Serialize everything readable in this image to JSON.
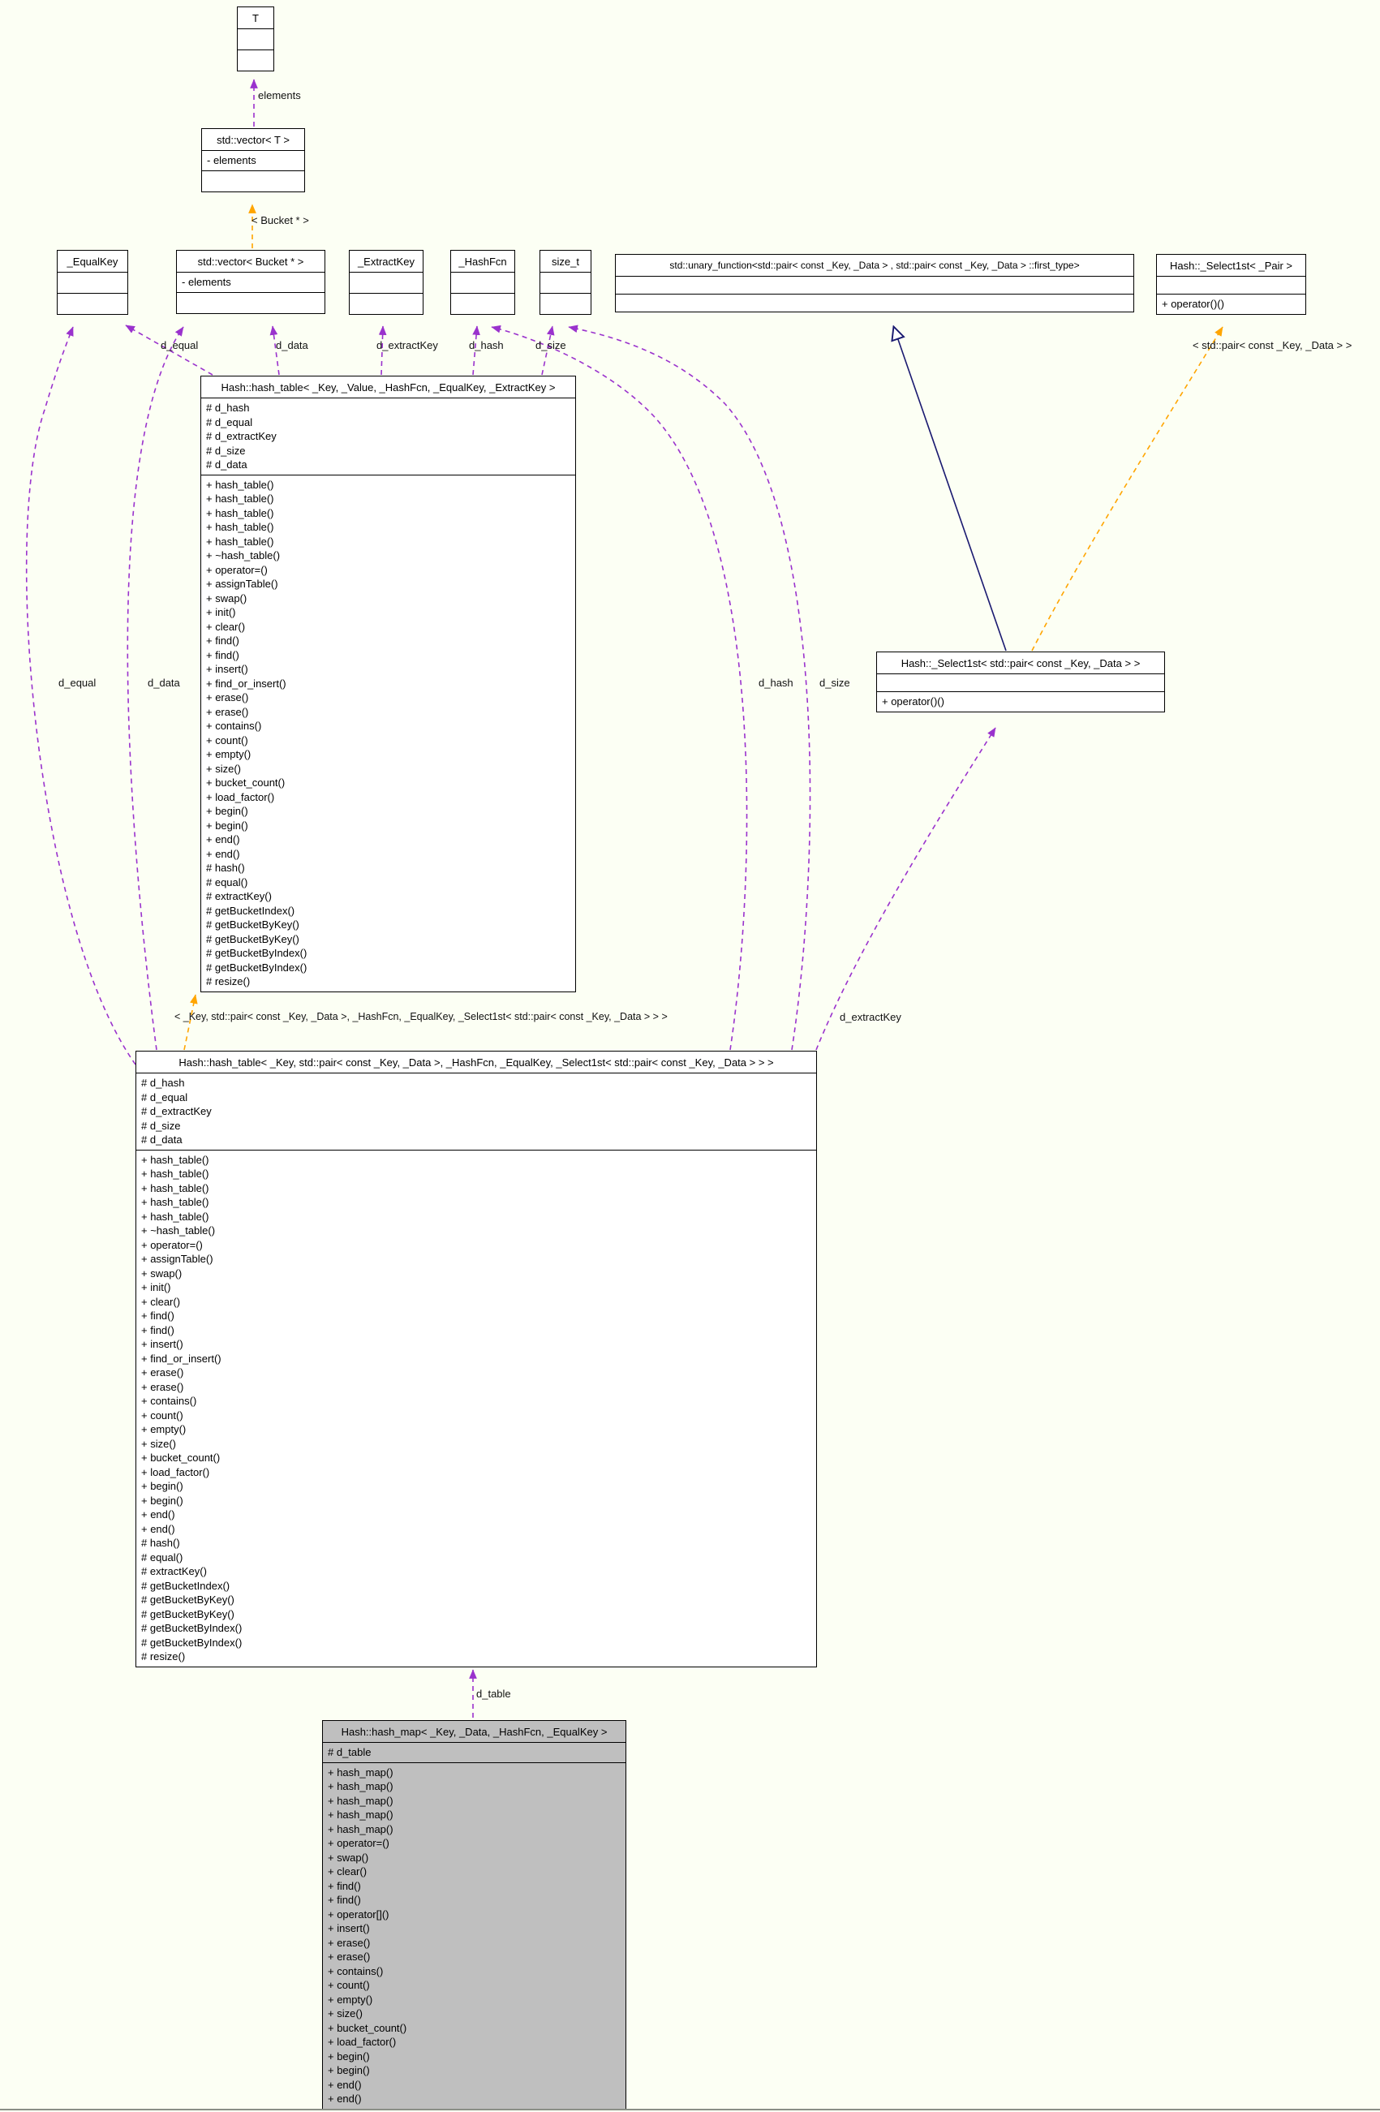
{
  "diagram": {
    "type": "uml-collaboration-graph",
    "colors": {
      "page_bg": "#fcfff4",
      "node_fill": "#ffffff",
      "node_border": "#000000",
      "highlight_fill": "#bfbfbf",
      "usage_edge": "#9a32cd",
      "template_edge": "#ffa500",
      "inherit_edge": "#191970"
    }
  },
  "nodes": {
    "t": {
      "title": "T"
    },
    "vector_t": {
      "title": "std::vector< T >",
      "attrs": [
        "- elements"
      ]
    },
    "equalkey": {
      "title": "_EqualKey"
    },
    "vector_bucket": {
      "title": "std::vector< Bucket * >",
      "attrs": [
        "- elements"
      ]
    },
    "extractkey": {
      "title": "_ExtractKey"
    },
    "hashfcn": {
      "title": "_HashFcn"
    },
    "size_t": {
      "title": "size_t"
    },
    "unary_function": {
      "title": "std::unary_function<std::pair< const _Key, _Data > , std::pair< const _Key, _Data > ::first_type>"
    },
    "select1st_pair": {
      "title": "Hash::_Select1st< _Pair >",
      "methods": [
        "+ operator()()"
      ]
    },
    "select1st_std_pair": {
      "title": "Hash::_Select1st< std::pair< const _Key, _Data > >",
      "methods": [
        "+ operator()()"
      ]
    },
    "hash_table_generic": {
      "title": "Hash::hash_table< _Key, _Value, _HashFcn, _EqualKey, _ExtractKey >",
      "attrs": [
        "# d_hash",
        "# d_equal",
        "# d_extractKey",
        "# d_size",
        "# d_data"
      ],
      "methods": [
        "+ hash_table()",
        "+ hash_table()",
        "+ hash_table()",
        "+ hash_table()",
        "+ hash_table()",
        "+ ~hash_table()",
        "+ operator=()",
        "+ assignTable()",
        "+ swap()",
        "+ init()",
        "+ clear()",
        "+ find()",
        "+ find()",
        "+ insert()",
        "+ find_or_insert()",
        "+ erase()",
        "+ erase()",
        "+ contains()",
        "+ count()",
        "+ empty()",
        "+ size()",
        "+ bucket_count()",
        "+ load_factor()",
        "+ begin()",
        "+ begin()",
        "+ end()",
        "+ end()",
        "# hash()",
        "# equal()",
        "# extractKey()",
        "# getBucketIndex()",
        "# getBucketByKey()",
        "# getBucketByKey()",
        "# getBucketByIndex()",
        "# getBucketByIndex()",
        "# resize()"
      ]
    },
    "hash_table_spec": {
      "title": "Hash::hash_table< _Key, std::pair< const _Key, _Data >, _HashFcn, _EqualKey, _Select1st< std::pair< const _Key, _Data > > >",
      "attrs": [
        "# d_hash",
        "# d_equal",
        "# d_extractKey",
        "# d_size",
        "# d_data"
      ],
      "methods": [
        "+ hash_table()",
        "+ hash_table()",
        "+ hash_table()",
        "+ hash_table()",
        "+ hash_table()",
        "+ ~hash_table()",
        "+ operator=()",
        "+ assignTable()",
        "+ swap()",
        "+ init()",
        "+ clear()",
        "+ find()",
        "+ find()",
        "+ insert()",
        "+ find_or_insert()",
        "+ erase()",
        "+ erase()",
        "+ contains()",
        "+ count()",
        "+ empty()",
        "+ size()",
        "+ bucket_count()",
        "+ load_factor()",
        "+ begin()",
        "+ begin()",
        "+ end()",
        "+ end()",
        "# hash()",
        "# equal()",
        "# extractKey()",
        "# getBucketIndex()",
        "# getBucketByKey()",
        "# getBucketByKey()",
        "# getBucketByIndex()",
        "# getBucketByIndex()",
        "# resize()"
      ]
    },
    "hash_map": {
      "title": "Hash::hash_map< _Key, _Data, _HashFcn, _EqualKey >",
      "attrs": [
        "# d_table"
      ],
      "methods": [
        "+ hash_map()",
        "+ hash_map()",
        "+ hash_map()",
        "+ hash_map()",
        "+ hash_map()",
        "+ operator=()",
        "+ swap()",
        "+ clear()",
        "+ find()",
        "+ find()",
        "+ operator[]()",
        "+ insert()",
        "+ erase()",
        "+ erase()",
        "+ contains()",
        "+ count()",
        "+ empty()",
        "+ size()",
        "+ bucket_count()",
        "+ load_factor()",
        "+ begin()",
        "+ begin()",
        "+ end()",
        "+ end()"
      ]
    }
  },
  "edge_labels": {
    "elements": "elements",
    "bucket_template": "< Bucket * >",
    "d_equal_1": "d_equal",
    "d_data_1": "d_data",
    "d_extractKey_1": "d_extractKey",
    "d_hash_1": "d_hash",
    "d_size_1": "d_size",
    "select1st_template": "< std::pair< const _Key, _Data > >",
    "d_equal_2": "d_equal",
    "d_data_2": "d_data",
    "d_hash_2": "d_hash",
    "d_size_2": "d_size",
    "d_extractKey_2": "d_extractKey",
    "hash_table_template": "< _Key, std::pair< const _Key, _Data >, _HashFcn, _EqualKey, _Select1st< std::pair< const _Key, _Data > > >",
    "d_table": "d_table"
  }
}
